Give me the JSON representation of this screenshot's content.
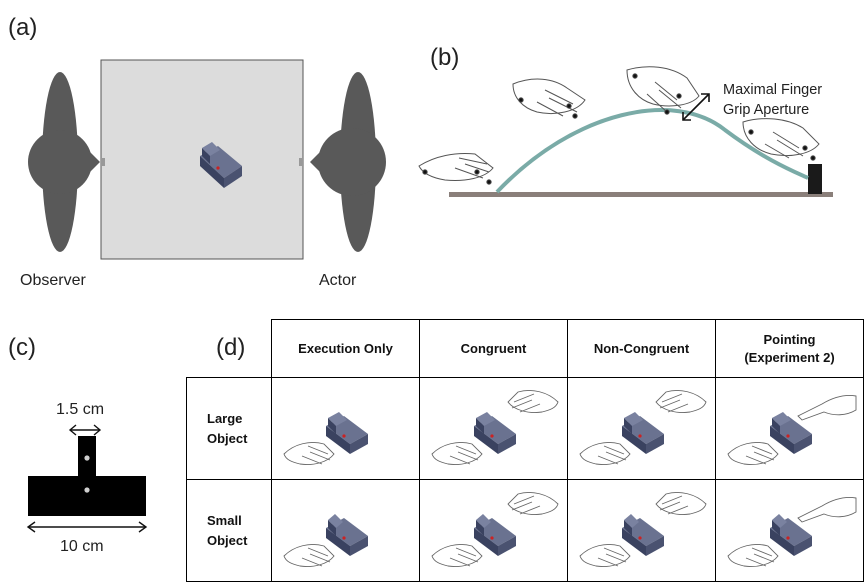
{
  "panels": {
    "a": {
      "label": "(a)",
      "observer_label": "Observer",
      "actor_label": "Actor"
    },
    "b": {
      "label": "(b)",
      "annotation_line1": "Maximal Finger",
      "annotation_line2": "Grip Aperture"
    },
    "c": {
      "label": "(c)",
      "top_width": "1.5 cm",
      "base_width": "10 cm"
    },
    "d": {
      "label": "(d)",
      "columns": [
        {
          "line1": "Execution Only",
          "line2": ""
        },
        {
          "line1": "Congruent",
          "line2": ""
        },
        {
          "line1": "Non-Congruent",
          "line2": ""
        },
        {
          "line1": "Pointing",
          "line2": "(Experiment 2)"
        }
      ],
      "rows": [
        {
          "line1": "Large",
          "line2": "Object"
        },
        {
          "line1": "Small",
          "line2": "Object"
        }
      ]
    }
  },
  "colors": {
    "figure_gray": "#595959",
    "table_bg": "#dcdcdc",
    "trajectory": "#7aaba7",
    "ground": "#8a7f7a",
    "object_blue": "#4a5270",
    "marker_red": "#cc2222"
  }
}
